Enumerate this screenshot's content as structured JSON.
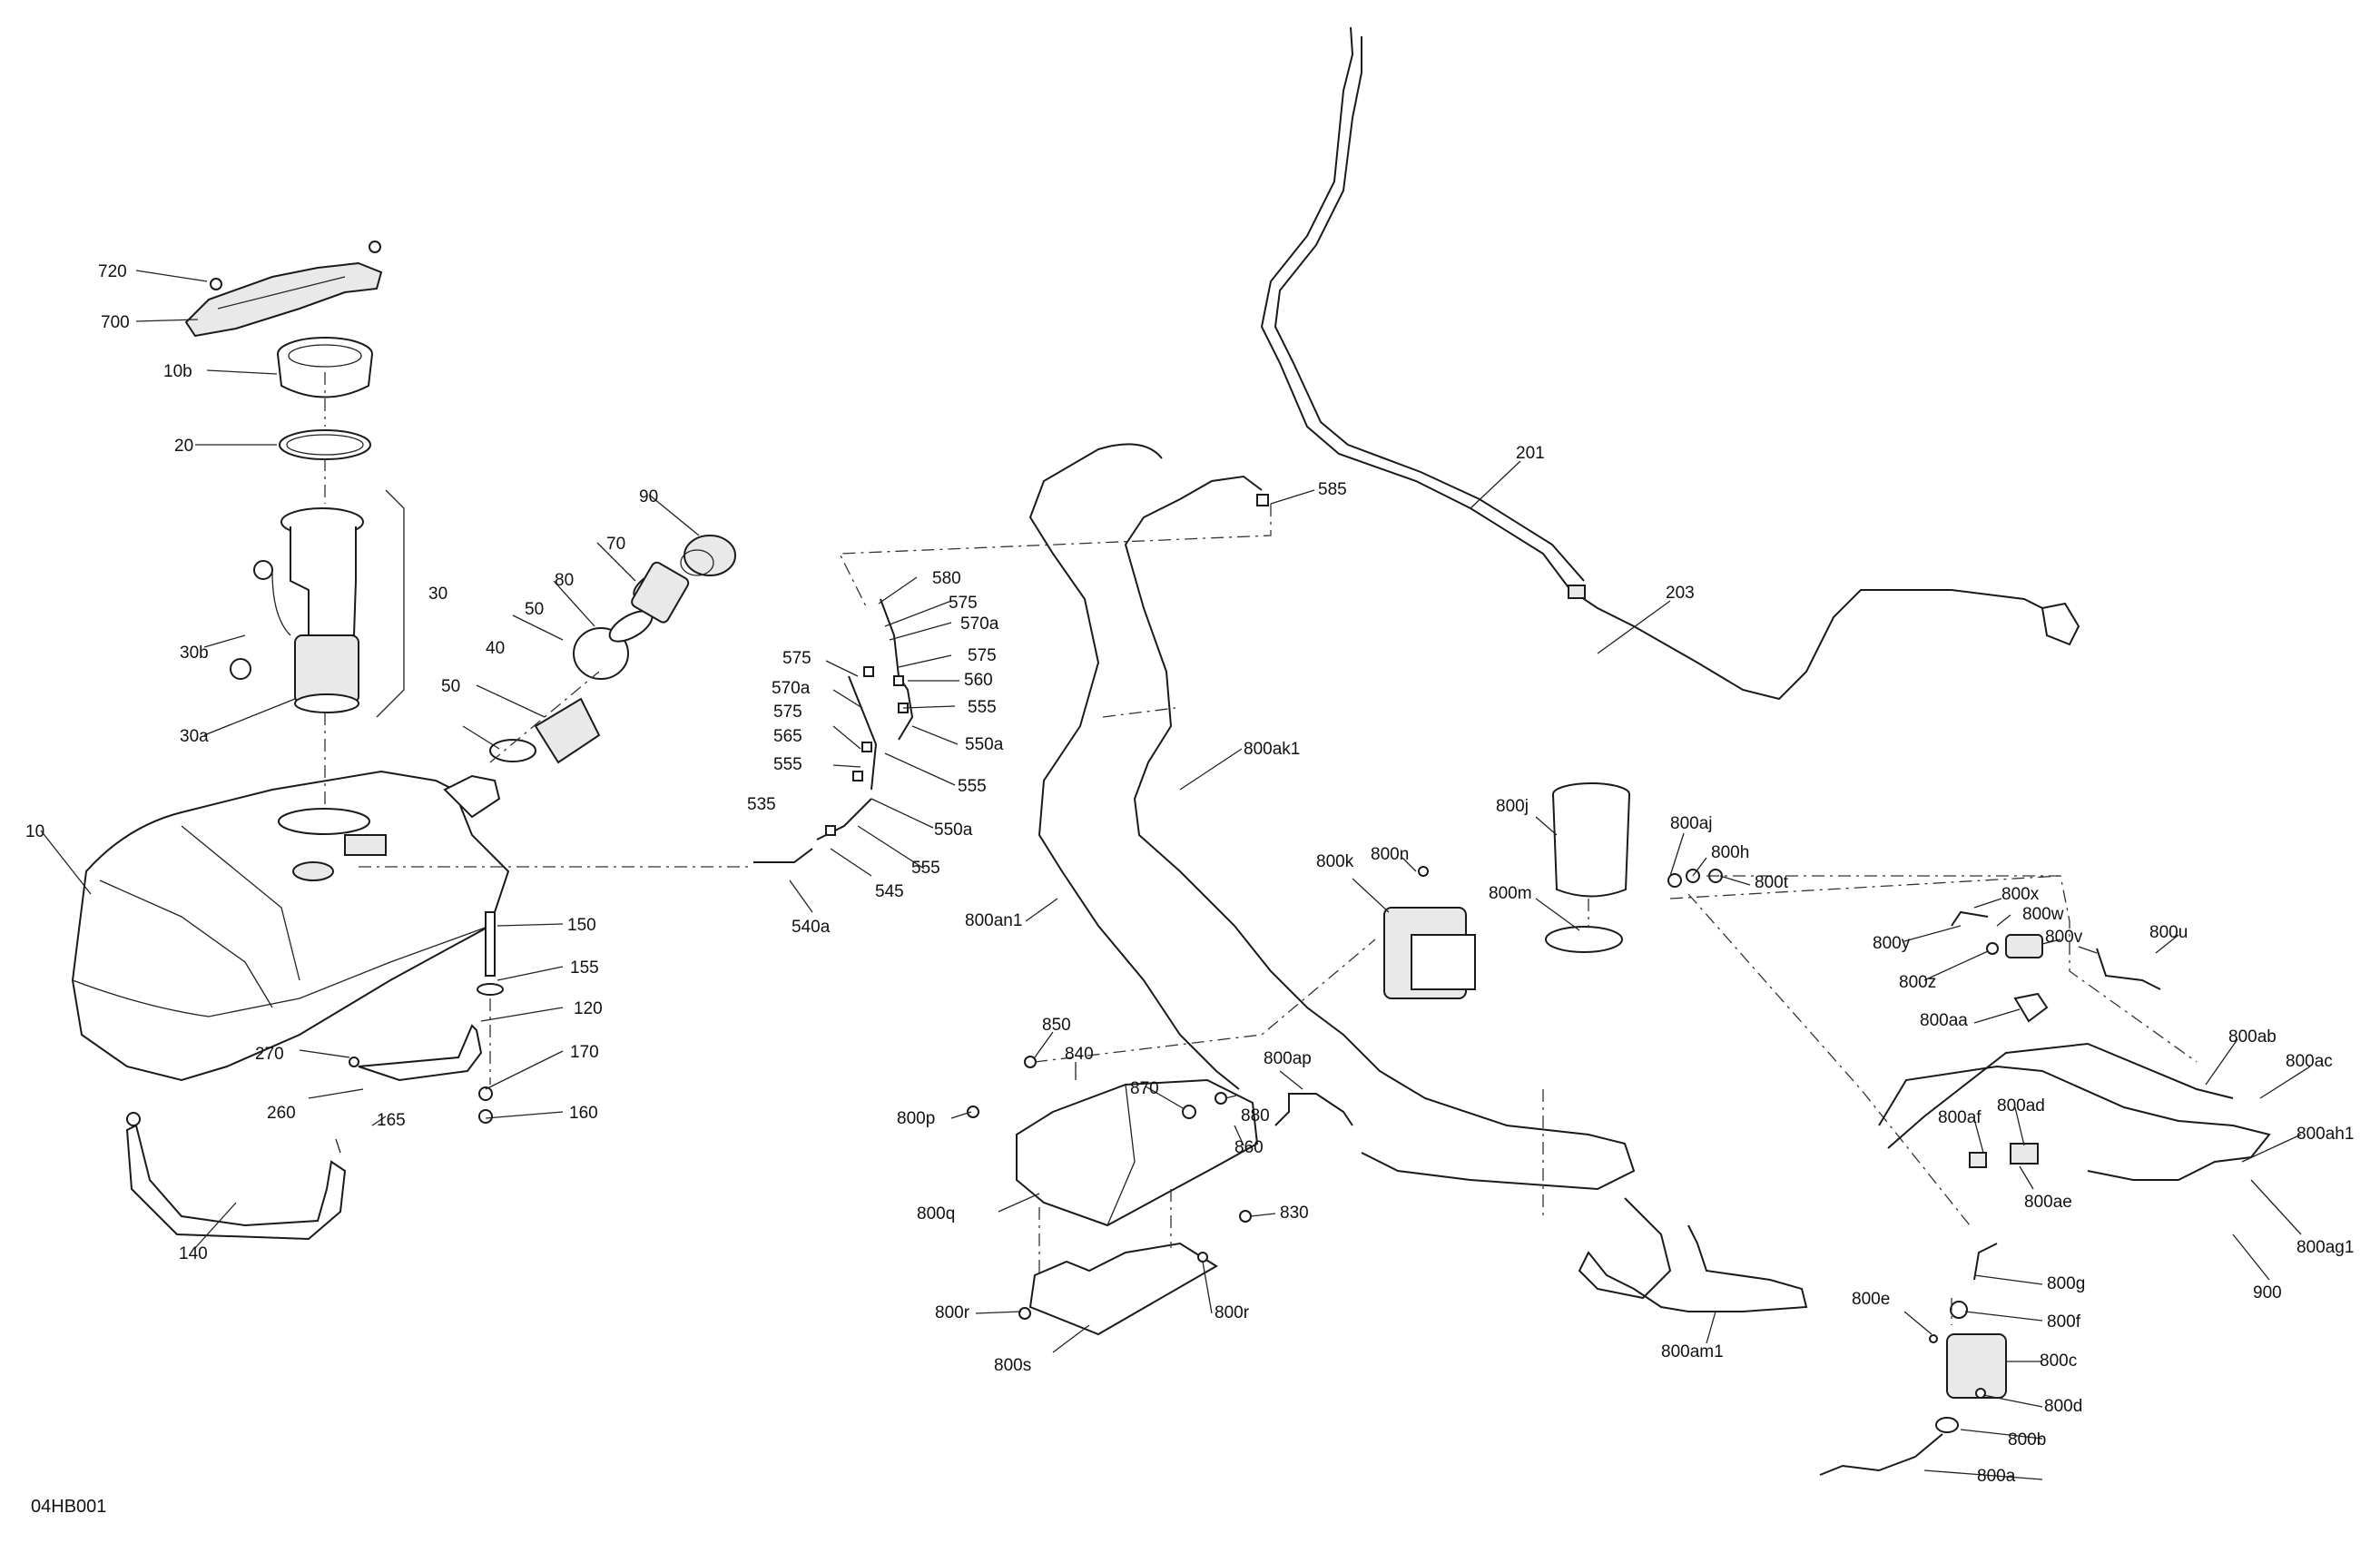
{
  "diagram_ref": "04HB001",
  "labels": {
    "l720": "720",
    "l700": "700",
    "l10b": "10b",
    "l20": "20",
    "l30": "30",
    "l30b": "30b",
    "l30a": "30a",
    "l10": "10",
    "l90": "90",
    "l70": "70",
    "l80": "80",
    "l50a": "50",
    "l40": "40",
    "l50b": "50",
    "l150": "150",
    "l155": "155",
    "l120": "120",
    "l170": "170",
    "l160": "160",
    "l270": "270",
    "l260": "260",
    "l165": "165",
    "l140": "140",
    "l580": "580",
    "l575a": "575",
    "l570a1": "570a",
    "l575b": "575",
    "l575c": "575",
    "l560": "560",
    "l570a2": "570a",
    "l555a": "555",
    "l575d": "575",
    "l550a1": "550a",
    "l565": "565",
    "l555b": "555",
    "l555c": "555",
    "l535": "535",
    "l550a2": "550a",
    "l555d": "555",
    "l545": "545",
    "l540a": "540a",
    "l585": "585",
    "l201": "201",
    "l203": "203",
    "l800ak1": "800ak1",
    "l800an1": "800an1",
    "l800j": "800j",
    "l800aj": "800aj",
    "l800h": "800h",
    "l800t": "800t",
    "l800m": "800m",
    "l800k": "800k",
    "l800n": "800n",
    "l800x": "800x",
    "l800w": "800w",
    "l800y": "800y",
    "l800v": "800v",
    "l800u": "800u",
    "l800z": "800z",
    "l800aa": "800aa",
    "l800ab": "800ab",
    "l800ac": "800ac",
    "l800ad": "800ad",
    "l800af": "800af",
    "l800ah1": "800ah1",
    "l800ae": "800ae",
    "l800ag1": "800ag1",
    "l900": "900",
    "l800g": "800g",
    "l800e": "800e",
    "l800f": "800f",
    "l800c": "800c",
    "l800d": "800d",
    "l800b": "800b",
    "l800a": "800a",
    "l850": "850",
    "l840": "840",
    "l870": "870",
    "l800ap": "800ap",
    "l880": "880",
    "l860": "860",
    "l800p": "800p",
    "l800q": "800q",
    "l830": "830",
    "l800r1": "800r",
    "l800r2": "800r",
    "l800s": "800s",
    "l800am1": "800am1"
  }
}
